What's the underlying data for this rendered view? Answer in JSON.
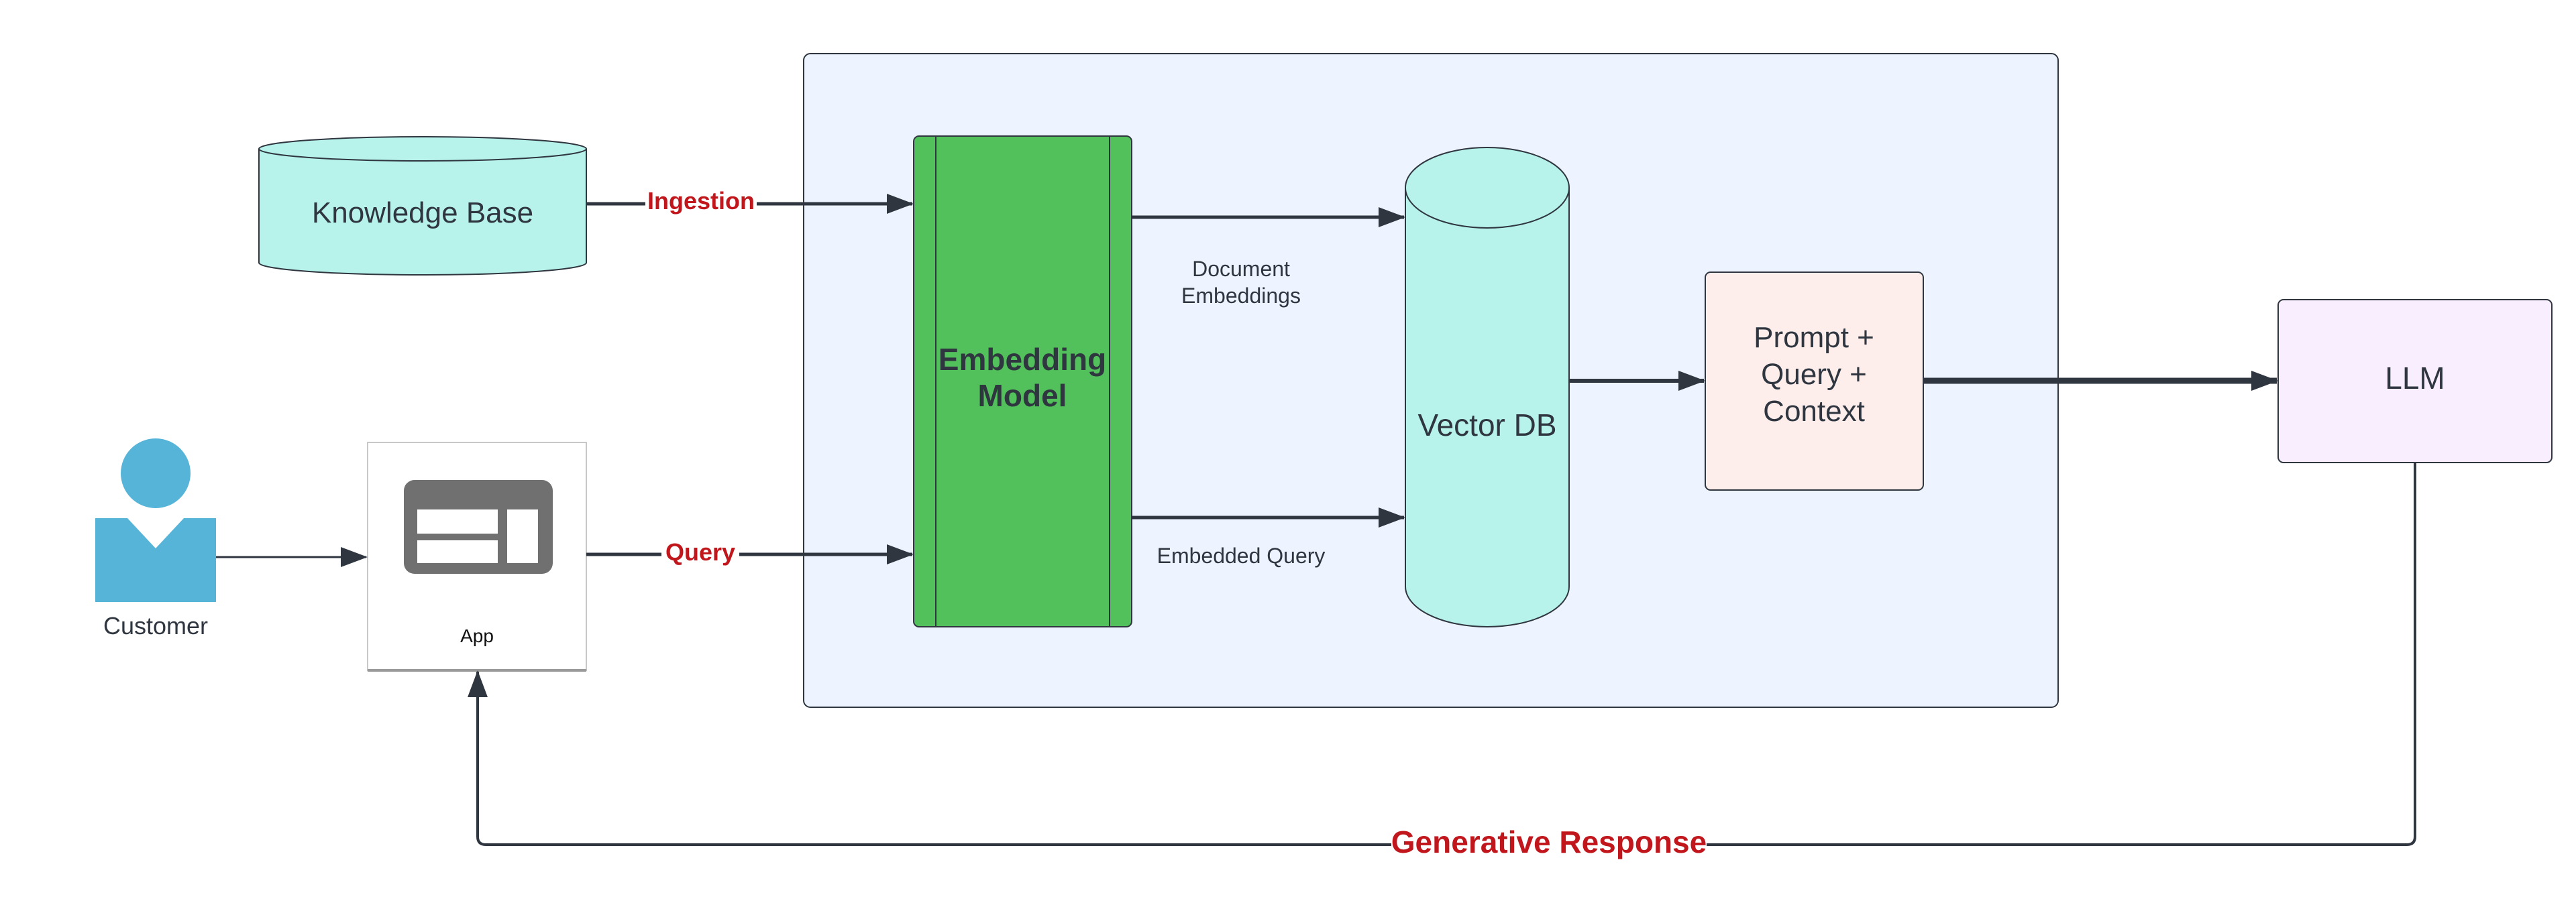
{
  "nodes": {
    "knowledge_base": "Knowledge Base",
    "embedding_model_line1": "Embedding",
    "embedding_model_line2": "Model",
    "vector_db": "Vector DB",
    "prompt_line1": "Prompt +",
    "prompt_line2": "Query +",
    "prompt_line3": "Context",
    "llm": "LLM",
    "customer": "Customer",
    "app": "App"
  },
  "edges": {
    "ingestion": "Ingestion",
    "query": "Query",
    "document_embeddings_line1": "Document",
    "document_embeddings_line2": "Embeddings",
    "embedded_query": "Embedded Query",
    "generative_response": "Generative Response"
  },
  "colors": {
    "container_fill": "#edf4ff",
    "cylinder_fill": "#b7f3ea",
    "embedding_fill": "#52c15b",
    "prompt_fill": "#fdeeeb",
    "llm_fill": "#f8eefd",
    "customer_fill": "#56b4d9",
    "app_icon_fill": "#707070",
    "edge_label_red": "#c0161c"
  }
}
